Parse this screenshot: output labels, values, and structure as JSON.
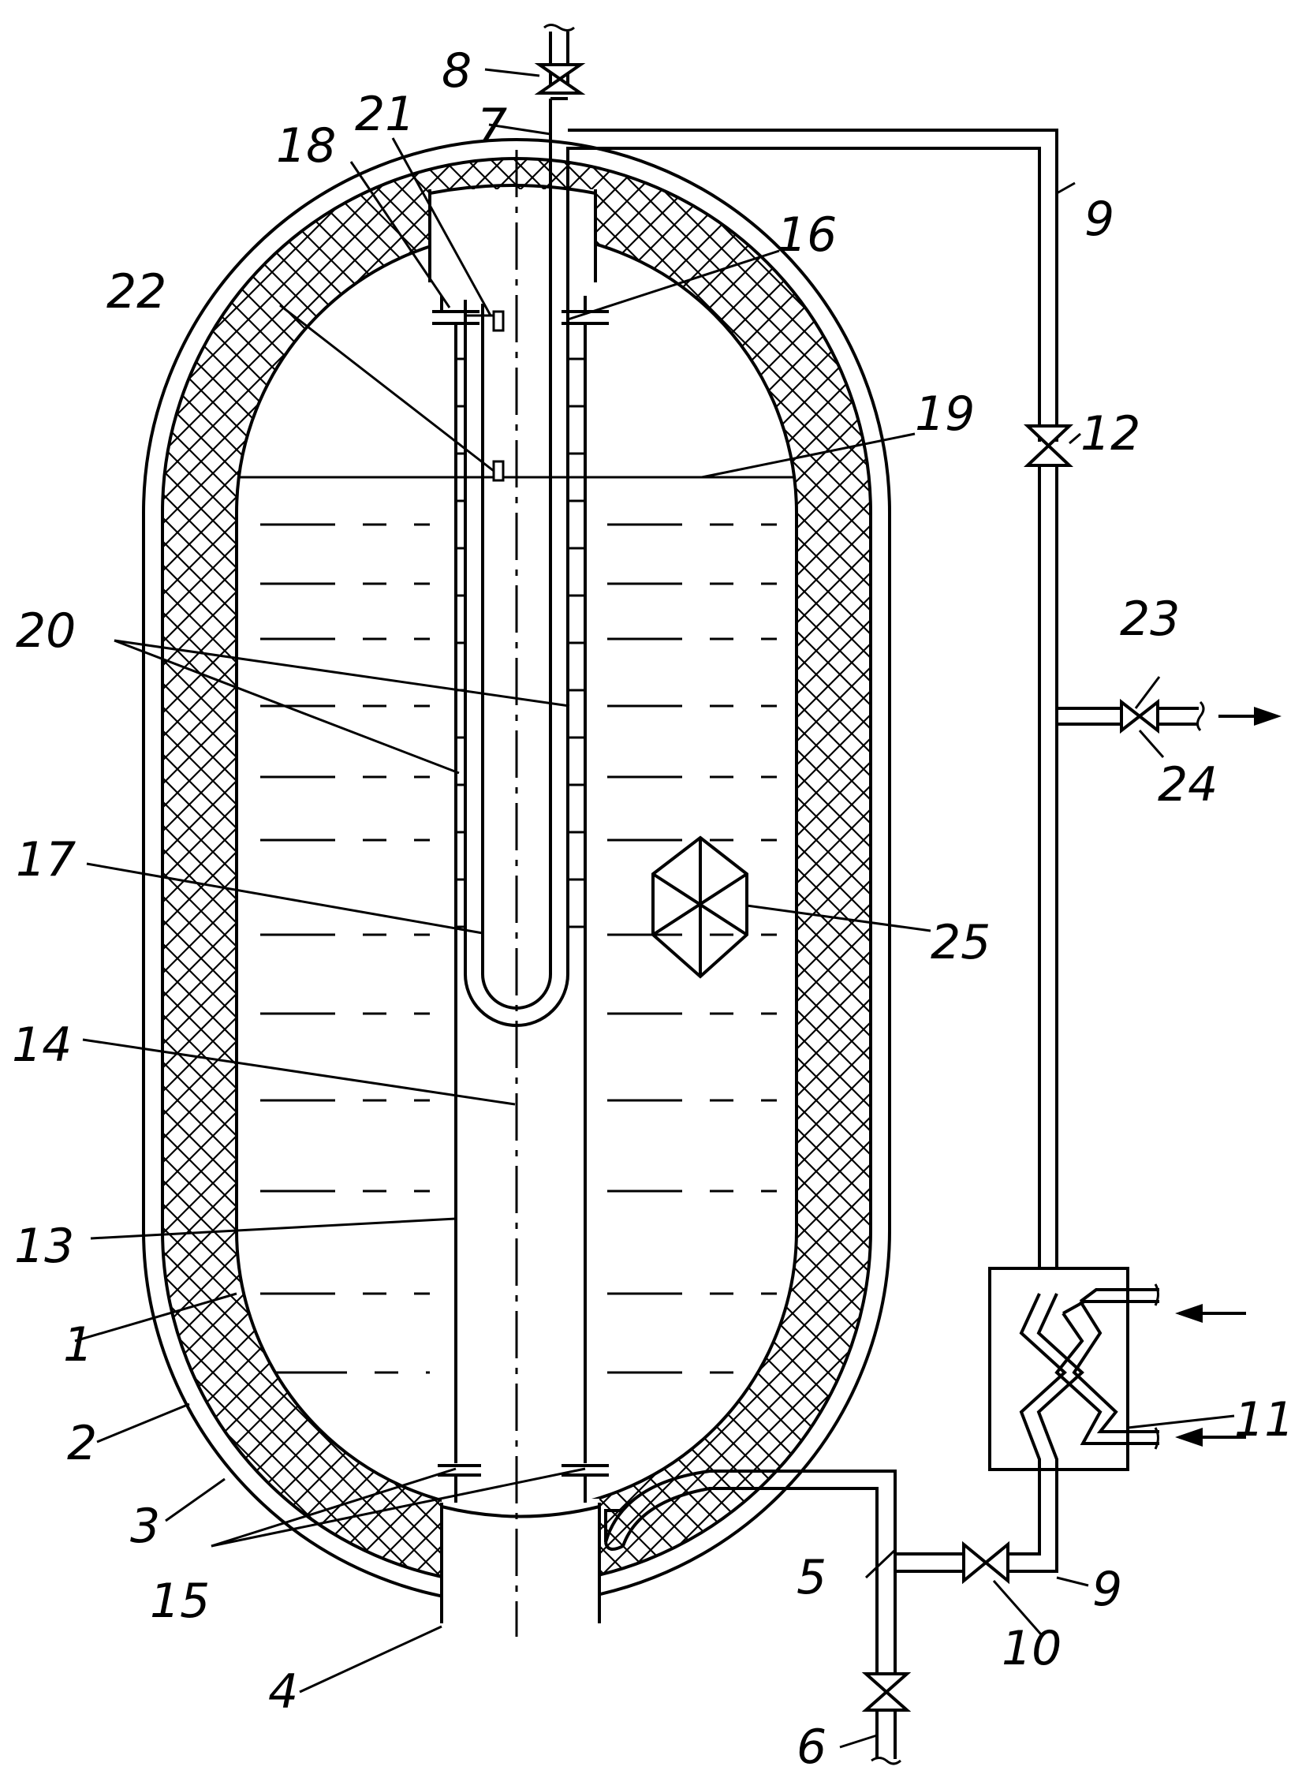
{
  "figure": {
    "labels": {
      "l1": "1",
      "l2": "2",
      "l3": "3",
      "l4": "4",
      "l5": "5",
      "l6": "6",
      "l7": "7",
      "l8": "8",
      "l9a": "9",
      "l9b": "9",
      "l10": "10",
      "l11": "11",
      "l12": "12",
      "l13": "13",
      "l14": "14",
      "l15": "15",
      "l16": "16",
      "l17": "17",
      "l18": "18",
      "l19": "19",
      "l20": "20",
      "l21": "21",
      "l22": "22",
      "l23": "23",
      "l24": "24",
      "l25": "25"
    },
    "colors": {
      "ink": "#000000",
      "paper": "#ffffff"
    }
  }
}
